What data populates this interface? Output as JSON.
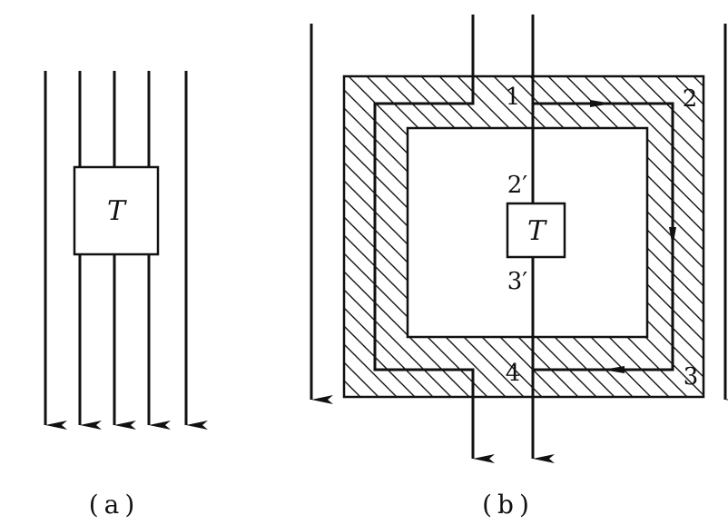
{
  "panel_a": {
    "box_label": "T",
    "caption": "(a)"
  },
  "panel_b": {
    "box_label": "T",
    "caption": "(b)",
    "point_1": "1",
    "point_2": "2",
    "point_3": "3",
    "point_4": "4",
    "point_2_prime": "2′",
    "point_3_prime": "3′"
  },
  "colors": {
    "stroke": "#111111",
    "background": "#ffffff"
  }
}
